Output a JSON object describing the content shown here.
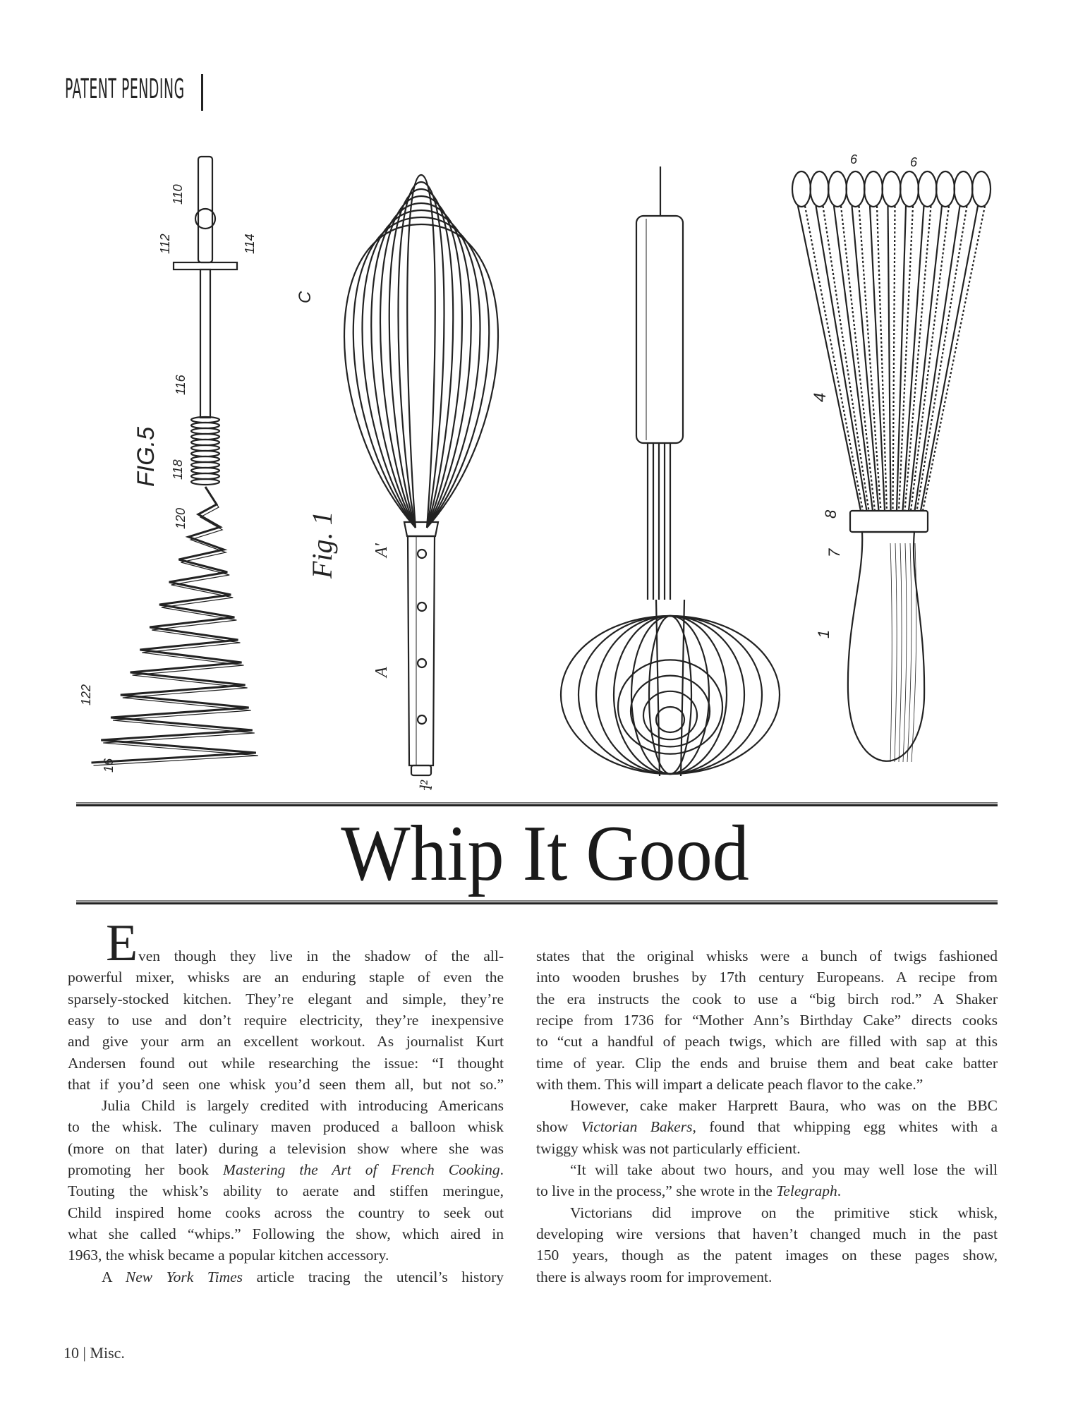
{
  "header": {
    "kicker": "PATENT PENDING"
  },
  "illustrations": {
    "labels": {
      "fig5": "FIG.5",
      "fig1": "Fig. 1",
      "c": "C",
      "a1": "A'",
      "a2": "A",
      "d2": "d²",
      "n110": "110",
      "n112": "112",
      "n114": "114",
      "n116": "116",
      "n118": "118",
      "n120": "120",
      "n122": "122",
      "n16": "16",
      "n4": "4",
      "n8": "8",
      "n7": "7",
      "n1": "1",
      "n6a": "6",
      "n6b": "6"
    }
  },
  "article": {
    "title": "Whip It Good",
    "drop_cap": "E",
    "column1": [
      {
        "cls": "capline",
        "parts": [
          [
            "ven though they live in the shadow of the all-",
            false
          ]
        ]
      },
      {
        "cls": "",
        "parts": [
          [
            "powerful mixer, whisks are an enduring staple of even the",
            false
          ]
        ]
      },
      {
        "cls": "",
        "parts": [
          [
            "sparsely-stocked kitchen. They’re elegant and simple, they’re",
            false
          ]
        ]
      },
      {
        "cls": "",
        "parts": [
          [
            "easy to use and don’t require electricity, they’re inexpensive",
            false
          ]
        ]
      },
      {
        "cls": "",
        "parts": [
          [
            "and give your arm an excellent workout. As journalist Kurt",
            false
          ]
        ]
      },
      {
        "cls": "",
        "parts": [
          [
            "Andersen found out while researching the issue: “I thought",
            false
          ]
        ]
      },
      {
        "cls": "",
        "parts": [
          [
            "that if you’d seen one whisk you’d seen them all, but not so.”",
            false
          ]
        ]
      },
      {
        "cls": "indent",
        "parts": [
          [
            "Julia Child is largely credited with introducing Americans",
            false
          ]
        ]
      },
      {
        "cls": "",
        "parts": [
          [
            "to the whisk. The culinary maven produced a balloon whisk",
            false
          ]
        ]
      },
      {
        "cls": "",
        "parts": [
          [
            "(more on that later) during a television show where she was",
            false
          ]
        ]
      },
      {
        "cls": "",
        "parts": [
          [
            "promoting her book ",
            false
          ],
          [
            "Mastering the Art of French Cooking",
            true
          ],
          [
            ".",
            false
          ]
        ]
      },
      {
        "cls": "",
        "parts": [
          [
            "Touting the whisk’s ability to aerate and stiffen meringue,",
            false
          ]
        ]
      },
      {
        "cls": "",
        "parts": [
          [
            "Child inspired home cooks across the country to seek out",
            false
          ]
        ]
      },
      {
        "cls": "",
        "parts": [
          [
            "what she called “whips.” Following the show, which aired in",
            false
          ]
        ]
      },
      {
        "cls": "last",
        "parts": [
          [
            "1963, the whisk became a popular kitchen accessory.",
            false
          ]
        ]
      },
      {
        "cls": "indent",
        "parts": [
          [
            "A ",
            false
          ],
          [
            "New York Times",
            true
          ],
          [
            " article tracing the utencil’s history",
            false
          ]
        ]
      }
    ],
    "column2": [
      {
        "cls": "",
        "parts": [
          [
            "states that the original whisks were a bunch of twigs fashioned",
            false
          ]
        ]
      },
      {
        "cls": "",
        "parts": [
          [
            "into wooden brushes by 17th century Europeans. A recipe from",
            false
          ]
        ]
      },
      {
        "cls": "",
        "parts": [
          [
            "the era instructs the cook to use a “big birch rod.” A Shaker",
            false
          ]
        ]
      },
      {
        "cls": "",
        "parts": [
          [
            "recipe from 1736 for “Mother Ann’s Birthday Cake” directs cooks",
            false
          ]
        ]
      },
      {
        "cls": "",
        "parts": [
          [
            "to “cut a handful of peach twigs, which are filled with sap at this",
            false
          ]
        ]
      },
      {
        "cls": "",
        "parts": [
          [
            "time of year. Clip the ends and bruise them and beat cake batter",
            false
          ]
        ]
      },
      {
        "cls": "last",
        "parts": [
          [
            "with them. This will impart a delicate peach flavor to the cake.”",
            false
          ]
        ]
      },
      {
        "cls": "indent",
        "parts": [
          [
            "However, cake maker Harprett Baura, who was on the BBC",
            false
          ]
        ]
      },
      {
        "cls": "",
        "parts": [
          [
            "show ",
            false
          ],
          [
            "Victorian Bakers",
            true
          ],
          [
            ", found that whipping egg whites with a",
            false
          ]
        ]
      },
      {
        "cls": "last",
        "parts": [
          [
            "twiggy whisk was not particularly efficient.",
            false
          ]
        ]
      },
      {
        "cls": "indent",
        "parts": [
          [
            "“It will take about two hours, and you may well lose the will",
            false
          ]
        ]
      },
      {
        "cls": "last",
        "parts": [
          [
            "to live in the process,” she wrote in the ",
            false
          ],
          [
            "Telegraph",
            true
          ],
          [
            ".",
            false
          ]
        ]
      },
      {
        "cls": "indent",
        "parts": [
          [
            "Victorians did improve on the primitive stick whisk,",
            false
          ]
        ]
      },
      {
        "cls": "",
        "parts": [
          [
            "developing wire versions that haven’t changed much in the past",
            false
          ]
        ]
      },
      {
        "cls": "",
        "parts": [
          [
            "150 years, though as the patent images on these pages show,",
            false
          ]
        ]
      },
      {
        "cls": "last",
        "parts": [
          [
            "there is always room for improvement.",
            false
          ]
        ]
      }
    ]
  },
  "footer": {
    "page_label": "10 | Misc."
  }
}
